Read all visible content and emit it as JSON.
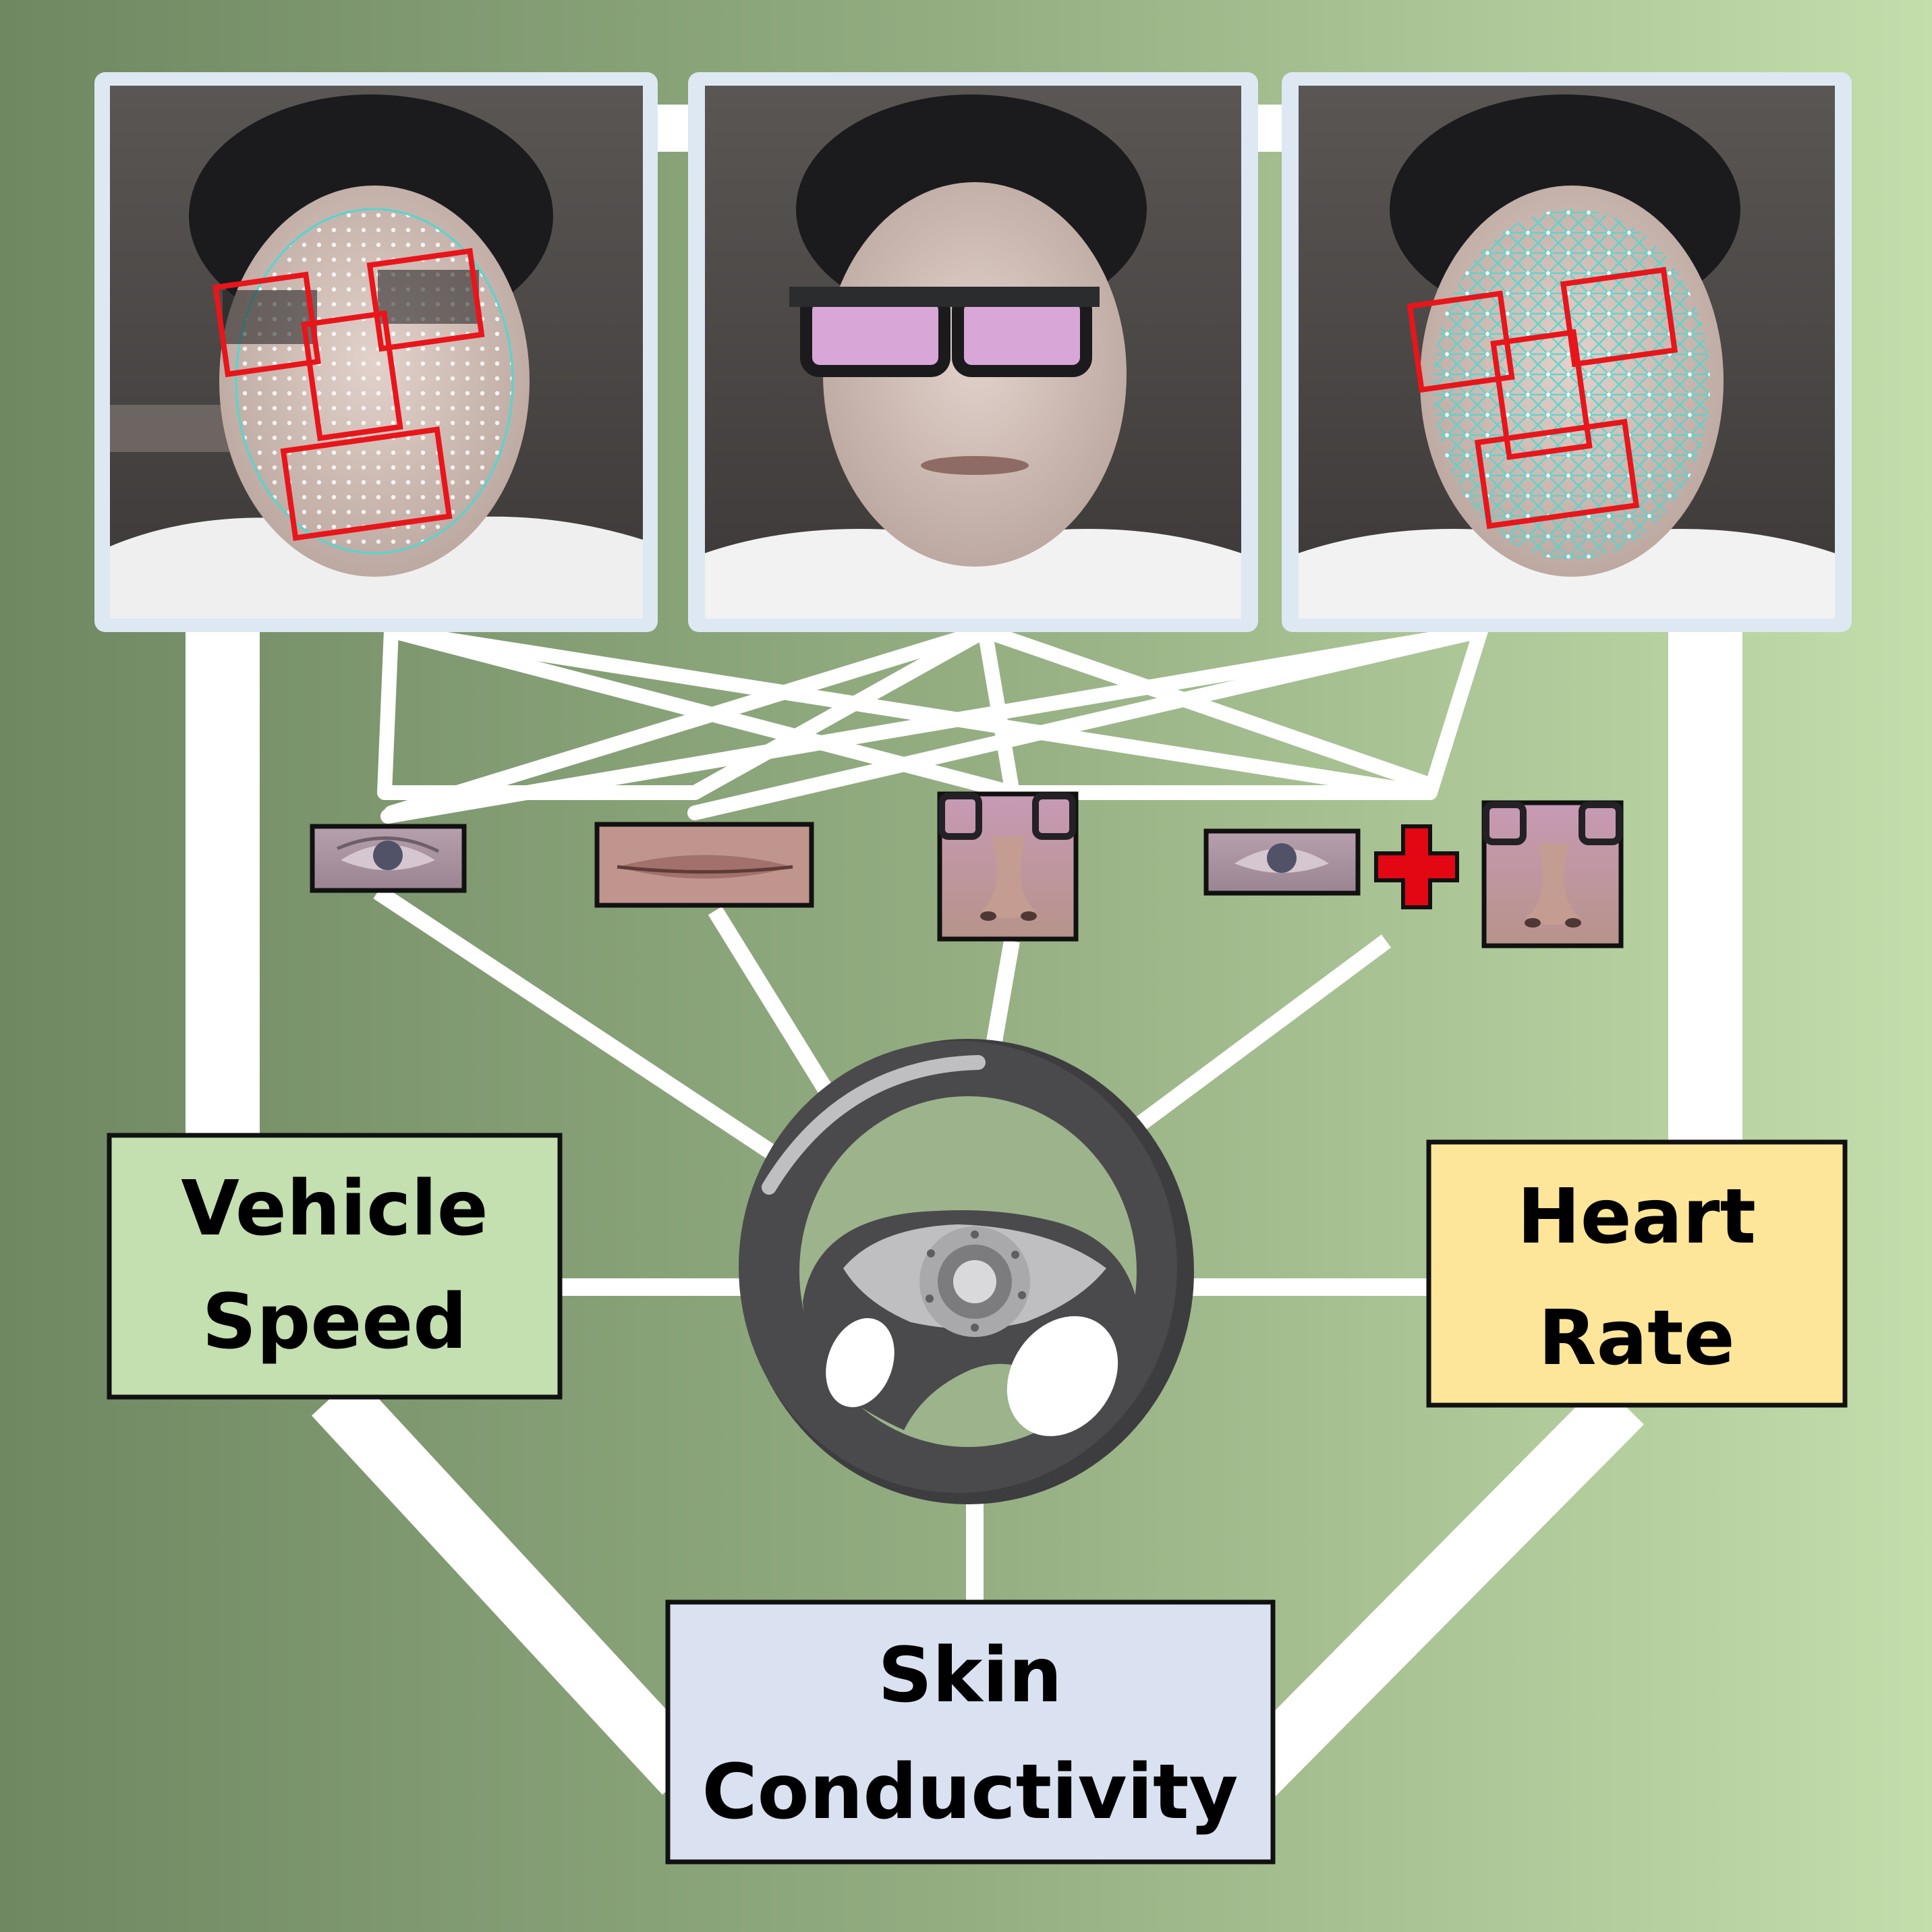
{
  "colors": {
    "background_left": "#6f8862",
    "background_mid": "#94ae82",
    "background_right": "#c3ddab",
    "frame": "#dde8f3",
    "connector": "#ffffff",
    "landmark_box": "#e8151b",
    "mesh": "#54d6cf",
    "plus": "#e30613",
    "vehicle_speed_box": "#c4dfb0",
    "heart_rate_box": "#fde699",
    "skin_conductivity_box": "#dae2f1",
    "wheel_dark": "#4a4a4c",
    "wheel_light": "#bfbfc1"
  },
  "photos": [
    {
      "name": "face-photo-dot-landmarks",
      "content": "driver face with dot landmarks and red region boxes"
    },
    {
      "name": "face-photo-raw",
      "content": "driver face without annotations"
    },
    {
      "name": "face-photo-mesh-landmarks",
      "content": "driver face with triangulated mesh and red region boxes"
    }
  ],
  "regions": [
    {
      "name": "eye-crop",
      "icon": "eye-icon"
    },
    {
      "name": "mouth-crop",
      "icon": "mouth-icon"
    },
    {
      "name": "nose-crop",
      "icon": "nose-icon"
    },
    {
      "name": "eye-plus-nose-crop",
      "icon": "eye-icon + plus-icon + nose-icon"
    }
  ],
  "center_icon": "steering-wheel-icon",
  "boxes": {
    "vehicle_speed": {
      "line1": "Vehicle",
      "line2": "Speed"
    },
    "heart_rate": {
      "line1": "Heart",
      "line2": "Rate"
    },
    "skin_conductivity": {
      "line1": "Skin",
      "line2": "Conductivity"
    }
  }
}
